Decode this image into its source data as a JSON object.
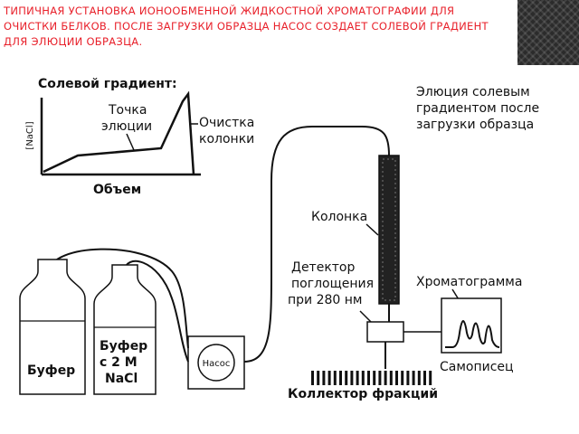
{
  "caption": "ТИПИЧНАЯ УСТАНОВКА ИОНООБМЕННОЙ ЖИДКОСТНОЙ ХРОМАТОГРАФИИ ДЛЯ ОЧИСТКИ БЕЛКОВ. ПОСЛЕ ЗАГРУЗКИ ОБРАЗЦА НАСОС СОЗДАЕТ СОЛЕВОЙ ГРАДИЕНТ ДЛЯ ЭЛЮЦИИ ОБРАЗЦА.",
  "colors": {
    "caption": "#e8202a",
    "ink": "#111111",
    "column_fill": "#222222"
  },
  "gradient_plot": {
    "title": "Солевой градиент:",
    "y_axis_label": "[NaCl]",
    "x_axis_label": "Объем",
    "elution_point_label": [
      "Точка",
      "элюции"
    ],
    "column_cleaning_label": [
      "Очистка",
      "колонки"
    ]
  },
  "elution_label": [
    "Элюция солевым",
    "градиентом после",
    "загрузки образца"
  ],
  "column_label": "Колонка",
  "detector_label": [
    "Детектор",
    "поглощения",
    "при 280 нм"
  ],
  "chromatogram_label": "Хроматограмма",
  "recorder_label": "Самописец",
  "fraction_collector_label": "Коллектор фракций",
  "pump_label": "Насос",
  "buffer_label": "Буфер",
  "buffer_salt_label": [
    "Буфер",
    "с 2 М",
    "NaCl"
  ]
}
